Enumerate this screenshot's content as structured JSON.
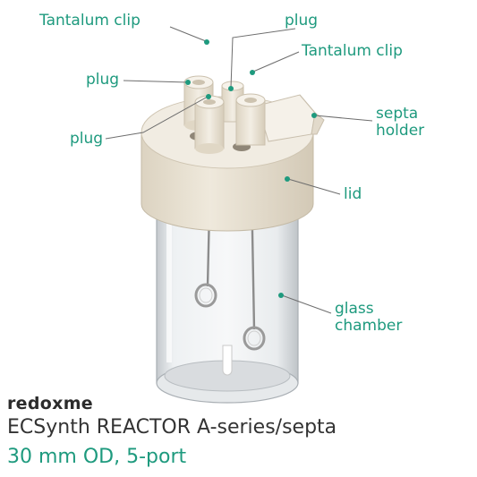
{
  "labels": {
    "tantalum_clip_top": "Tantalum clip",
    "plug_top": "plug",
    "tantalum_clip_right": "Tantalum clip",
    "plug_left": "plug",
    "septa_holder_line1": "septa",
    "septa_holder_line2": "holder",
    "plug_lower": "plug",
    "lid": "lid",
    "glass_chamber_line1": "glass",
    "glass_chamber_line2": "chamber"
  },
  "brand": {
    "part1": "redo",
    "part2": "x",
    "part3": "me"
  },
  "title": "ECSynth REACTOR A-series/septa",
  "subtitle": "30 mm OD, 5-port",
  "colors": {
    "label_teal": "#1e9a7e",
    "lid_beige": "#ebe4d6",
    "glass": "#c9ced2",
    "brand_dot": "#e0513a"
  }
}
